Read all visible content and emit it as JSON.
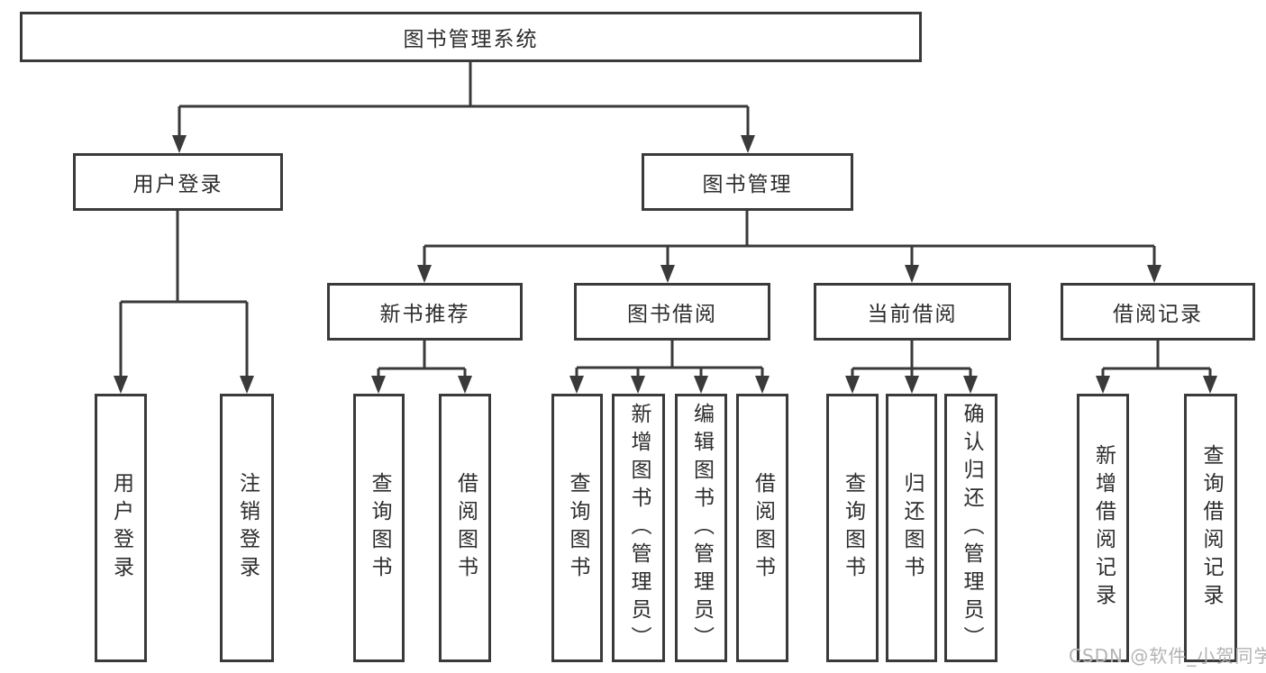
{
  "diagram": {
    "title": "图书管理系统",
    "nodes": [
      {
        "id": "root",
        "label": "图书管理系统",
        "level": 0,
        "parent": null
      },
      {
        "id": "user-login",
        "label": "用户登录",
        "level": 1,
        "parent": "root"
      },
      {
        "id": "book-management",
        "label": "图书管理",
        "level": 1,
        "parent": "root"
      },
      {
        "id": "new-book",
        "label": "新书推荐",
        "level": 2,
        "parent": "book-management"
      },
      {
        "id": "book-borrow",
        "label": "图书借阅",
        "level": 2,
        "parent": "book-management"
      },
      {
        "id": "current-borrow",
        "label": "当前借阅",
        "level": 2,
        "parent": "book-management"
      },
      {
        "id": "borrow-records",
        "label": "借阅记录",
        "level": 2,
        "parent": "book-management"
      },
      {
        "id": "leaf-user-login",
        "label": "用户登录",
        "level": 3,
        "parent": "user-login"
      },
      {
        "id": "leaf-logout",
        "label": "注销登录",
        "level": 3,
        "parent": "user-login"
      },
      {
        "id": "nb-query",
        "label": "查询图书",
        "level": 3,
        "parent": "new-book"
      },
      {
        "id": "nb-borrow",
        "label": "借阅图书",
        "level": 3,
        "parent": "new-book"
      },
      {
        "id": "bb-query",
        "label": "查询图书",
        "level": 3,
        "parent": "book-borrow"
      },
      {
        "id": "bb-add",
        "label": "新增图书（管理员）",
        "level": 3,
        "parent": "book-borrow"
      },
      {
        "id": "bb-edit",
        "label": "编辑图书（管理员）",
        "level": 3,
        "parent": "book-borrow"
      },
      {
        "id": "bb-borrow",
        "label": "借阅图书",
        "level": 3,
        "parent": "book-borrow"
      },
      {
        "id": "cur-query",
        "label": "查询图书",
        "level": 3,
        "parent": "current-borrow"
      },
      {
        "id": "cur-return",
        "label": "归还图书",
        "level": 3,
        "parent": "current-borrow"
      },
      {
        "id": "cur-confirm",
        "label": "确认归还（管理员）",
        "level": 3,
        "parent": "current-borrow"
      },
      {
        "id": "rec-add",
        "label": "新增借阅记录",
        "level": 3,
        "parent": "borrow-records"
      },
      {
        "id": "rec-query",
        "label": "查询借阅记录",
        "level": 3,
        "parent": "borrow-records"
      }
    ]
  },
  "watermark": {
    "text": "CSDN @软件_小贺同学"
  },
  "colors": {
    "line": "#3a3a3a",
    "text": "#2d2d2d",
    "background": "#ffffff",
    "watermark": "#b3b3b3"
  }
}
